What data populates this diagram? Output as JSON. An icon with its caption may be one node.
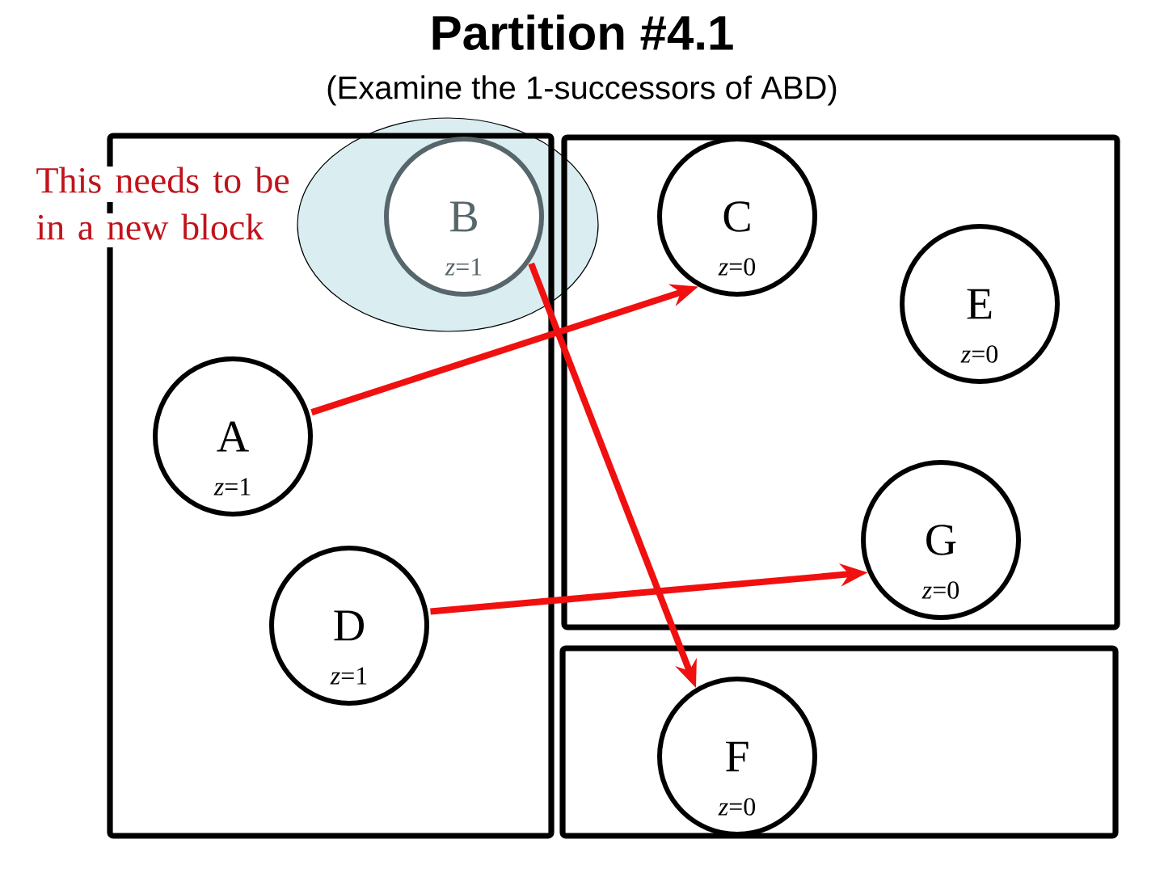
{
  "diagram": {
    "title": "Partition #4.1",
    "nodes": [
      {
        "text": [],
        "shape": "box"
      },
      {
        "text": [
          "B",
          "*z*=1"
        ],
        "in": 0
      },
      {
        "text": [
          "A",
          "*z*=1"
        ],
        "in": 0
      },
      {
        "text": [
          "D",
          "*z*=1"
        ],
        "in": 0
      },
      {
        "text": [],
        "shape": "box"
      },
      {
        "text": [
          "C",
          "*z*=0"
        ],
        "in": 4
      },
      {
        "text": [
          "E",
          "*z*=0"
        ],
        "in": 4
      },
      {
        "text": [
          "G",
          "*z*=0"
        ],
        "in": 4
      },
      {
        "text": [],
        "shape": "box"
      },
      {
        "text": [
          "F",
          "*z*=0"
        ],
        "in": 8
      }
    ],
    "edges": [
      {
        "from": 2,
        "to": 5,
        "arrow": "to"
      },
      {
        "from": 1,
        "to": 9,
        "arrow": "to"
      },
      {
        "from": 3,
        "to": 7,
        "arrow": "to"
      }
    ],
    "labels": [
      "(Examine the 1-successors of ABD)",
      "This needs to be in a new block"
    ]
  }
}
